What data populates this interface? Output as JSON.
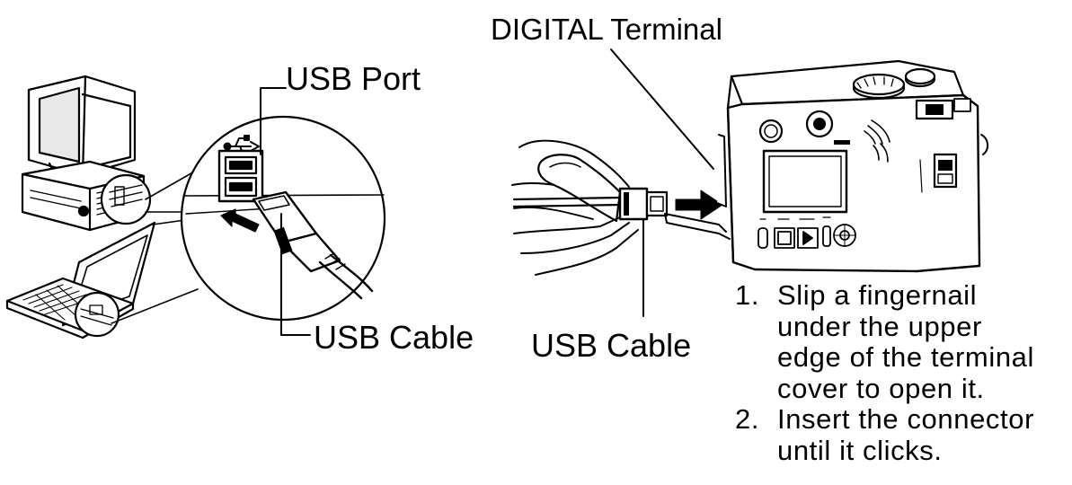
{
  "labels": {
    "digital_terminal": "DIGITAL Terminal",
    "usb_port": "USB Port",
    "usb_cable_left": "USB Cable",
    "usb_cable_right": "USB Cable"
  },
  "instructions": [
    {
      "number": "1.",
      "lines": [
        "Slip a fingernail",
        "under the upper",
        "edge of the terminal",
        "cover to open it."
      ]
    },
    {
      "number": "2.",
      "lines": [
        "Insert the connector",
        "until it clicks."
      ]
    }
  ]
}
